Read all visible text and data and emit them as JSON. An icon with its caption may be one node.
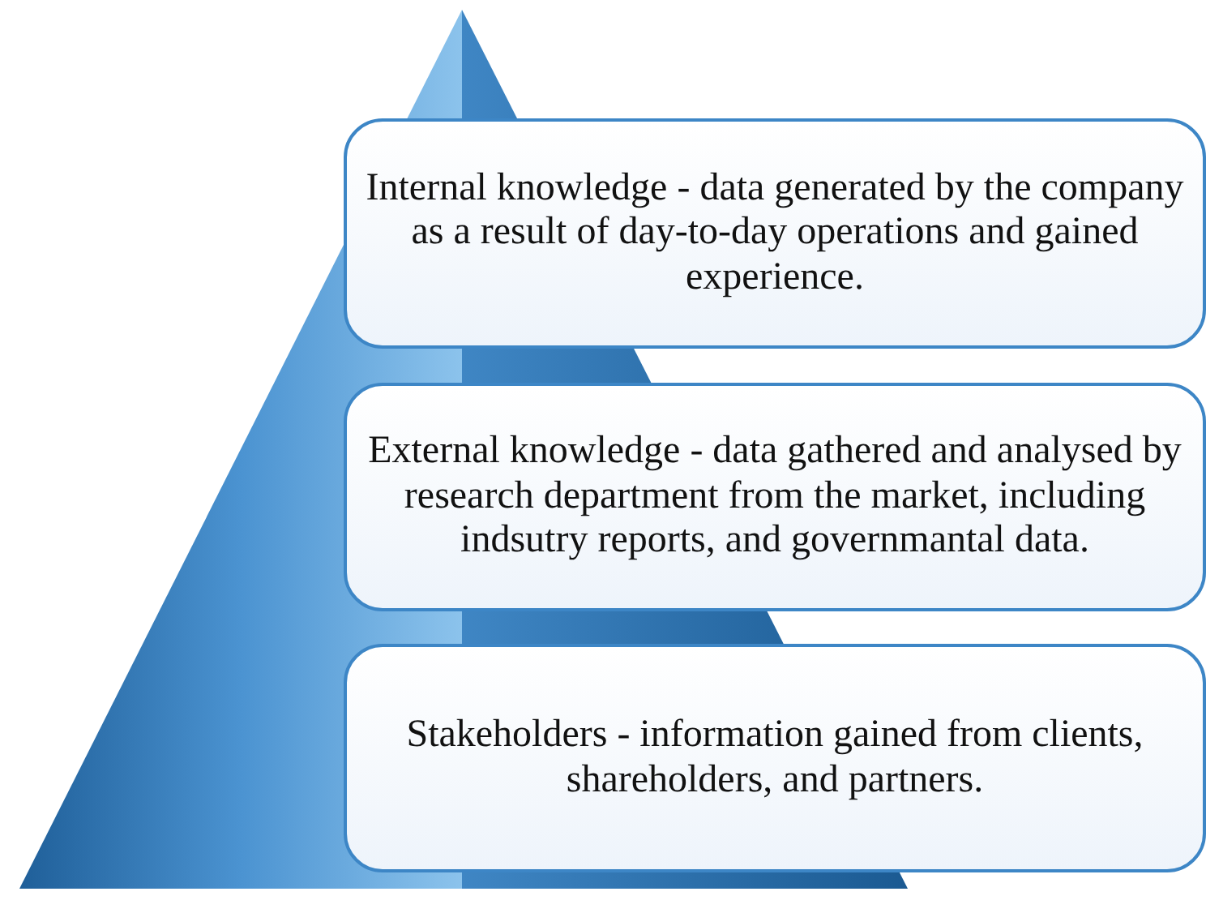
{
  "diagram": {
    "nodes": [
      {
        "text": [
          "Internal knowledge - data generated by the company as a result of day-to-day operations and gained experience."
        ]
      },
      {
        "text": [
          "External knowledge - data gathered and analysed by research department from the market, including indsutry reports, and governmantal data."
        ]
      },
      {
        "text": [
          "Stakeholders - information gained from clients, shareholders, and partners."
        ]
      }
    ]
  }
}
